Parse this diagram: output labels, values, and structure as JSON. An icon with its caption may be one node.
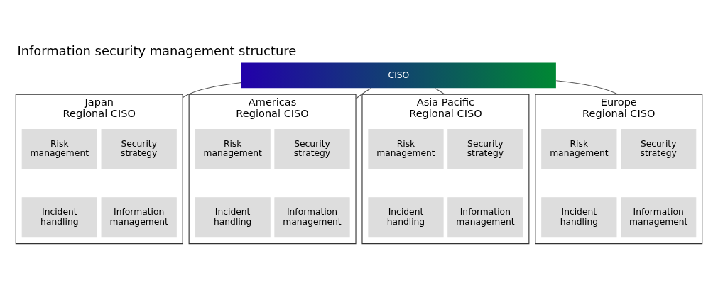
{
  "diagram": {
    "title": "Information security management structure",
    "nodes": [
      {
        "text": [
          "CISO"
        ]
      },
      {
        "text": [
          "Japan Regional CISO"
        ]
      },
      {
        "text": [
          "Security strategy"
        ],
        "in": 1
      },
      {
        "text": [
          "Risk management"
        ],
        "in": 1
      },
      {
        "text": [
          "Information management"
        ],
        "in": 1
      },
      {
        "text": [
          "Incident handling"
        ],
        "in": 1
      },
      {
        "text": [
          "Americas Regional CISO"
        ]
      },
      {
        "text": [
          "Security strategy"
        ],
        "in": 6
      },
      {
        "text": [
          "Risk management"
        ],
        "in": 6
      },
      {
        "text": [
          "Information management"
        ],
        "in": 6
      },
      {
        "text": [
          "Incident handling"
        ],
        "in": 6
      },
      {
        "text": [
          "Asia Pacific Regional CISO"
        ]
      },
      {
        "text": [
          "Security strategy"
        ],
        "in": 11
      },
      {
        "text": [
          "Risk management"
        ],
        "in": 11
      },
      {
        "text": [
          "Information management"
        ],
        "in": 11
      },
      {
        "text": [
          "Incident handling"
        ],
        "in": 11
      },
      {
        "text": [
          "Europe Regional CISO"
        ]
      },
      {
        "text": [
          "Security strategy"
        ],
        "in": 16
      },
      {
        "text": [
          "Risk management"
        ],
        "in": 16
      },
      {
        "text": [
          "Information management"
        ],
        "in": 16
      },
      {
        "text": [
          "Incident handling"
        ],
        "in": 16
      }
    ],
    "edges": [
      {
        "from": 0,
        "to": 1,
        "arrow": "none"
      },
      {
        "from": 0,
        "to": 6,
        "arrow": "none"
      },
      {
        "from": 0,
        "to": 11,
        "arrow": "none"
      },
      {
        "from": 0,
        "to": 16,
        "arrow": "none"
      }
    ]
  }
}
